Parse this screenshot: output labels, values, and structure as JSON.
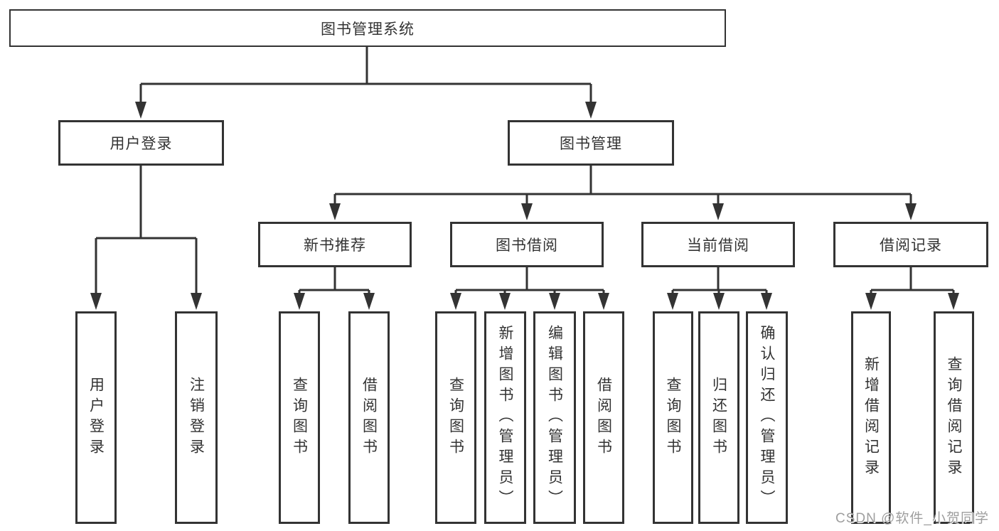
{
  "tree": {
    "label": "图书管理系统",
    "children": [
      {
        "label": "用户登录",
        "children": [
          {
            "label": "用户登录"
          },
          {
            "label": "注销登录"
          }
        ]
      },
      {
        "label": "图书管理",
        "children": [
          {
            "label": "新书推荐",
            "children": [
              {
                "label": "查询图书"
              },
              {
                "label": "借阅图书"
              }
            ]
          },
          {
            "label": "图书借阅",
            "children": [
              {
                "label": "查询图书"
              },
              {
                "label": "新增图书（管理员）"
              },
              {
                "label": "编辑图书（管理员）"
              },
              {
                "label": "借阅图书"
              }
            ]
          },
          {
            "label": "当前借阅",
            "children": [
              {
                "label": "查询图书"
              },
              {
                "label": "归还图书"
              },
              {
                "label": "确认归还（管理员）"
              }
            ]
          },
          {
            "label": "借阅记录",
            "children": [
              {
                "label": "新增借阅记录"
              },
              {
                "label": "查询借阅记录"
              }
            ]
          }
        ]
      }
    ]
  },
  "watermark": {
    "text": "CSDN @软件_小贺同学"
  },
  "colors": {
    "line": "#333333",
    "box_border": "#333333",
    "box_background": "#ffffff",
    "text": "#333333",
    "watermark": "#9e9e9e",
    "page_background": "#ffffff"
  }
}
